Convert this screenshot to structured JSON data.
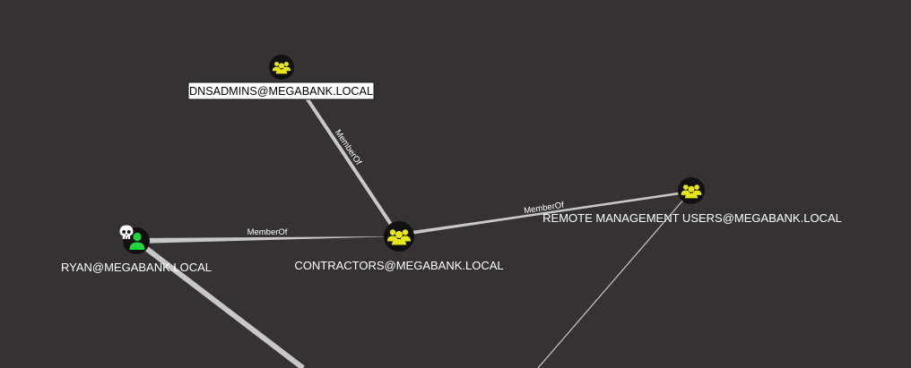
{
  "graph": {
    "colors": {
      "background": "#363233",
      "edge": "#c8c8c8",
      "group_icon": "#e6e61a",
      "user_icon": "#21d63d",
      "node_circle": "#111111",
      "selected_label_bg": "#ffffff"
    },
    "nodes": {
      "dnsadmins": {
        "label": "DNSADMINS@MEGABANK.LOCAL",
        "type": "group",
        "icon": "group-icon",
        "selected": true
      },
      "contractors": {
        "label": "CONTRACTORS@MEGABANK.LOCAL",
        "type": "group",
        "icon": "group-icon"
      },
      "remote_mgmt": {
        "label": "REMOTE MANAGEMENT USERS@MEGABANK.LOCAL",
        "type": "group",
        "icon": "group-icon"
      },
      "ryan": {
        "label": "RYAN@MEGABANK.LOCAL",
        "type": "user",
        "icon": "user-icon",
        "owned": true,
        "owned_icon": "skull-icon"
      }
    },
    "edges": {
      "contractors_dnsadmins": {
        "source": "CONTRACTORS@MEGABANK.LOCAL",
        "target": "DNSADMINS@MEGABANK.LOCAL",
        "label": "MemberOf"
      },
      "contractors_remote": {
        "source": "CONTRACTORS@MEGABANK.LOCAL",
        "target": "REMOTE MANAGEMENT USERS@MEGABANK.LOCAL",
        "label": "MemberOf"
      },
      "ryan_contractors": {
        "source": "RYAN@MEGABANK.LOCAL",
        "target": "CONTRACTORS@MEGABANK.LOCAL",
        "label": "MemberOf"
      }
    }
  }
}
